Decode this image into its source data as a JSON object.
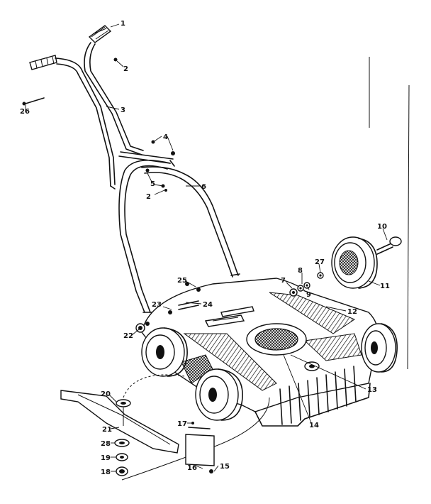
{
  "callouts": [
    {
      "id": "c1",
      "text": "1"
    },
    {
      "id": "c2",
      "text": "2"
    },
    {
      "id": "c3",
      "text": "3"
    },
    {
      "id": "c4",
      "text": "4"
    },
    {
      "id": "c5",
      "text": "5"
    },
    {
      "id": "c2b",
      "text": "2"
    },
    {
      "id": "c6",
      "text": "6"
    },
    {
      "id": "c26",
      "text": "26"
    },
    {
      "id": "c10",
      "text": "10"
    },
    {
      "id": "c7",
      "text": "7"
    },
    {
      "id": "c8",
      "text": "8"
    },
    {
      "id": "c9",
      "text": "9"
    },
    {
      "id": "c27",
      "text": "27"
    },
    {
      "id": "c11",
      "text": "11"
    },
    {
      "id": "c12",
      "text": "12"
    },
    {
      "id": "c25",
      "text": "25"
    },
    {
      "id": "c23",
      "text": "23"
    },
    {
      "id": "c24",
      "text": "24"
    },
    {
      "id": "c22",
      "text": "22"
    },
    {
      "id": "c13",
      "text": "13"
    },
    {
      "id": "c14",
      "text": "14"
    },
    {
      "id": "c20",
      "text": "20"
    },
    {
      "id": "c21",
      "text": "21"
    },
    {
      "id": "c28",
      "text": "28"
    },
    {
      "id": "c19",
      "text": "19"
    },
    {
      "id": "c18",
      "text": "18"
    },
    {
      "id": "c17",
      "text": "17"
    },
    {
      "id": "c16",
      "text": "16"
    },
    {
      "id": "c15",
      "text": "15"
    }
  ]
}
